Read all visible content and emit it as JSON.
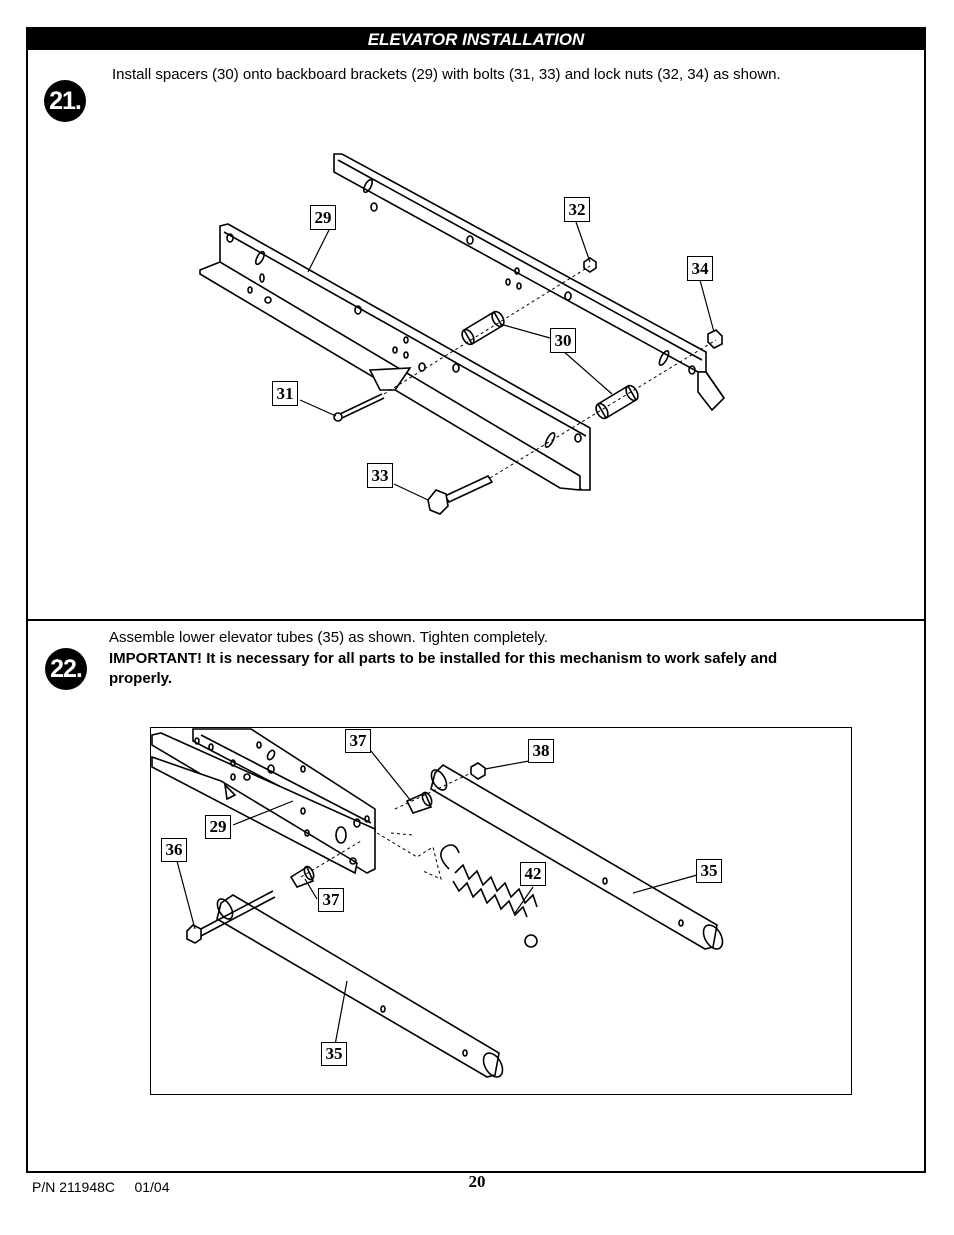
{
  "header": {
    "title": "ELEVATOR INSTALLATION"
  },
  "step21": {
    "number": "21.",
    "instruction": "Install spacers (30) onto backboard brackets (29) with bolts (31, 33) and lock nuts (32, 34) as shown.",
    "callouts": {
      "c29": "29",
      "c30": "30",
      "c31": "31",
      "c32": "32",
      "c33": "33",
      "c34": "34"
    }
  },
  "step22": {
    "number": "22.",
    "instruction": "Assemble lower elevator tubes (35) as shown. Tighten completely.",
    "important_line1": "IMPORTANT! It is necessary for all parts to be installed for this mechanism to work safely and",
    "important_line2": "properly.",
    "callouts": {
      "c29": "29",
      "c35a": "35",
      "c35b": "35",
      "c36": "36",
      "c37a": "37",
      "c37b": "37",
      "c38": "38",
      "c42": "42"
    }
  },
  "footer": {
    "part_number": "P/N 211948C     01/04",
    "page_number": "20"
  }
}
